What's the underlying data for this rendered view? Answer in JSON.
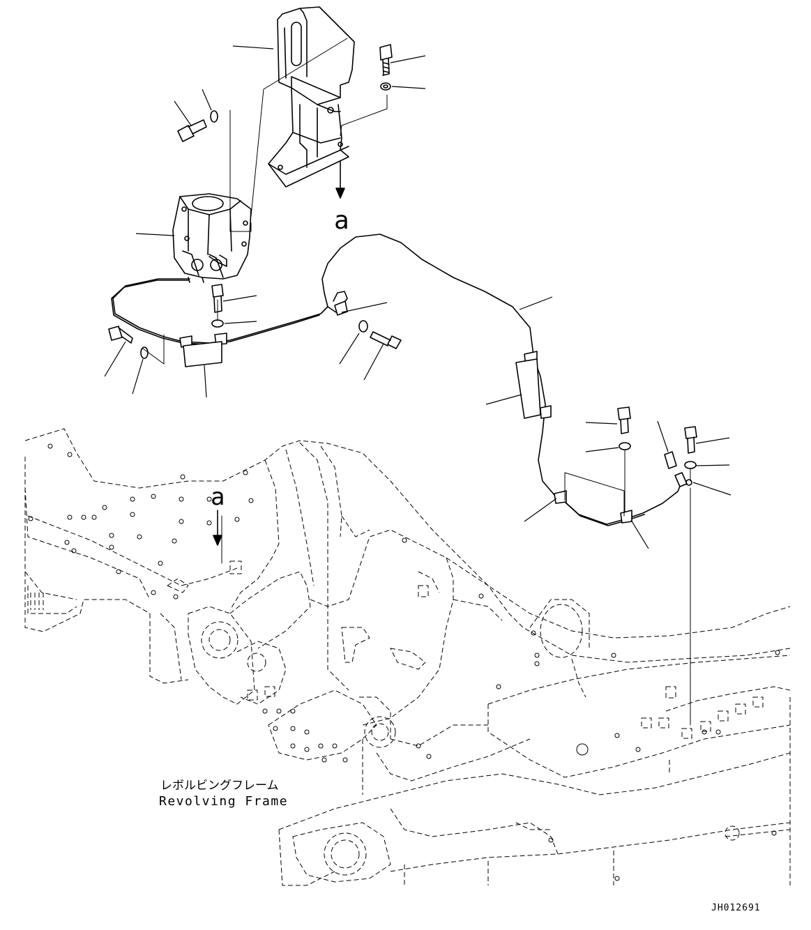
{
  "drawing": {
    "frame_label_jp": "レボルビングフレーム",
    "frame_label_en": "Revolving Frame",
    "view_marker_top": "a",
    "view_marker_frame": "a",
    "drawing_id": "JH012691"
  }
}
